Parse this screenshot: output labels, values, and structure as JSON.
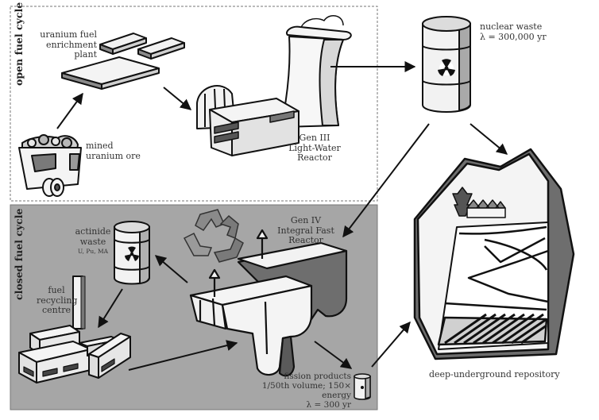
{
  "sections": {
    "open": "open fuel cycle",
    "closed": "closed fuel cycle"
  },
  "labels": {
    "enrichment": [
      "uranium fuel",
      "enrichment plant"
    ],
    "mined_ore": [
      "mined",
      "uranium ore"
    ],
    "gen3": [
      "Gen III",
      "Light-Water",
      "Reactor"
    ],
    "nuclear_waste": [
      "nuclear waste",
      "λ = 300,000 yr"
    ],
    "actinide": [
      "actinide",
      "waste"
    ],
    "actinide_species": "U, Pu, MA",
    "recycling": [
      "fuel",
      "recycling",
      "centre"
    ],
    "gen4": [
      "Gen IV",
      "Integral Fast",
      "Reactor"
    ],
    "fission": [
      "fission products",
      "1/50th volume; 150× energy",
      "λ = 300 yr"
    ],
    "repository": "deep-underground repository"
  },
  "colors": {
    "closed_panel": "#a6a6a6",
    "ink": "#1a1a1a",
    "dark_gray": "#6e6e6e",
    "light_fill": "#f4f4f4"
  }
}
